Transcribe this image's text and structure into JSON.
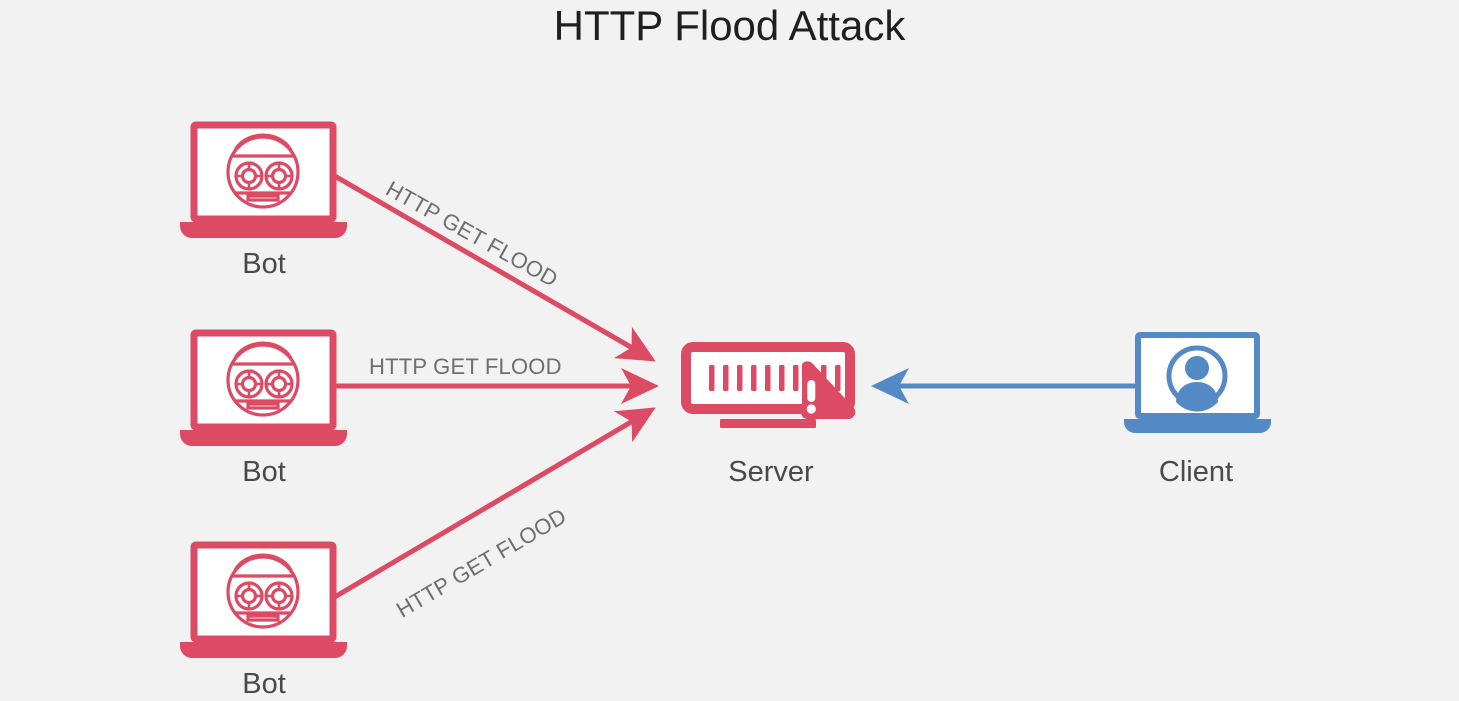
{
  "title": "HTTP Flood Attack",
  "colors": {
    "background": "#f2f2f2",
    "attack_red": "#dc4a63",
    "client_blue": "#5389c4",
    "label_gray": "#6e6e6e",
    "node_label_gray": "#4a4a4a",
    "title_black": "#1f1f1f",
    "screen_white": "#ffffff"
  },
  "nodes": [
    {
      "id": "bot-top",
      "label": "Bot",
      "kind": "bot-laptop",
      "color": "#dc4a63"
    },
    {
      "id": "bot-middle",
      "label": "Bot",
      "kind": "bot-laptop",
      "color": "#dc4a63"
    },
    {
      "id": "bot-bottom",
      "label": "Bot",
      "kind": "bot-laptop",
      "color": "#dc4a63"
    },
    {
      "id": "server",
      "label": "Server",
      "kind": "server-warning",
      "color": "#dc4a63"
    },
    {
      "id": "client",
      "label": "Client",
      "kind": "user-laptop",
      "color": "#5389c4"
    }
  ],
  "edges": [
    {
      "id": "edge-bot-top-server",
      "from": "bot-top",
      "to": "server",
      "label": "HTTP GET FLOOD",
      "color": "#dc4a63",
      "direction": "to-server"
    },
    {
      "id": "edge-bot-middle-server",
      "from": "bot-middle",
      "to": "server",
      "label": "HTTP GET FLOOD",
      "color": "#dc4a63",
      "direction": "to-server"
    },
    {
      "id": "edge-bot-bottom-server",
      "from": "bot-bottom",
      "to": "server",
      "label": "HTTP GET FLOOD",
      "color": "#dc4a63",
      "direction": "to-server"
    },
    {
      "id": "edge-client-server",
      "from": "client",
      "to": "server",
      "label": "",
      "color": "#5389c4",
      "direction": "to-server"
    }
  ],
  "icons": {
    "bot": "bot-face-laptop-icon",
    "server": "server-rack-icon",
    "warning": "warning-triangle-icon",
    "client": "user-avatar-laptop-icon",
    "arrowhead": "arrowhead-icon"
  },
  "server_detail": {
    "bar_count": 10
  }
}
